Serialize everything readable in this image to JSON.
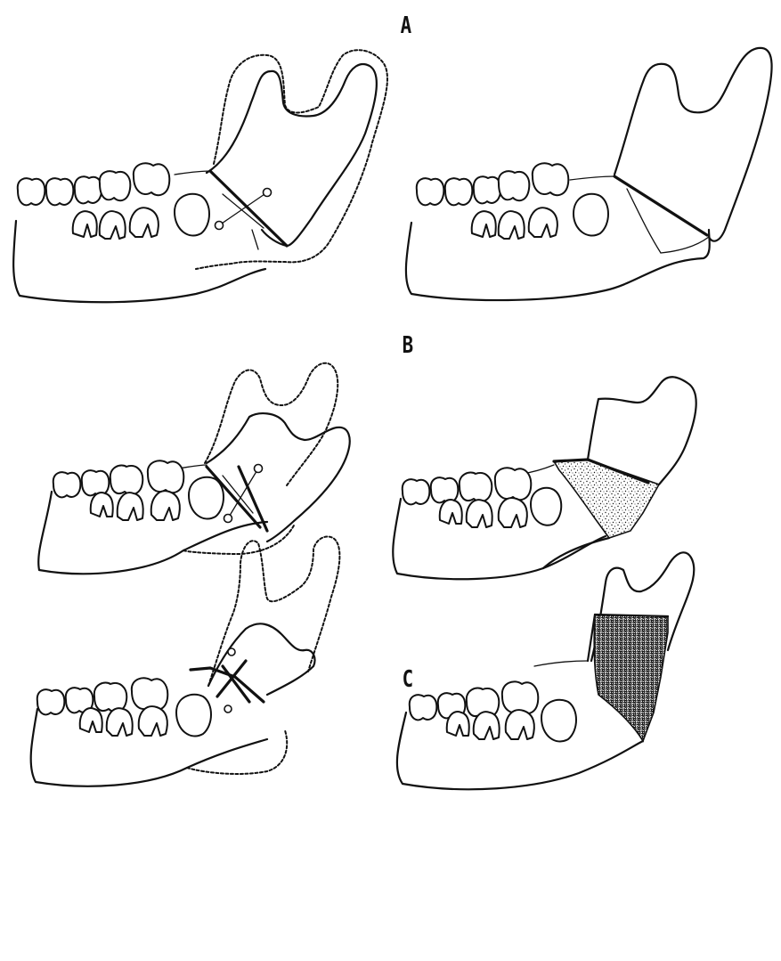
{
  "figure": {
    "panels": [
      {
        "id": "A",
        "label": "A"
      },
      {
        "id": "B",
        "label": "B"
      },
      {
        "id": "C",
        "label": "C"
      }
    ],
    "colors": {
      "ink": "#111111",
      "background": "#ffffff"
    }
  }
}
